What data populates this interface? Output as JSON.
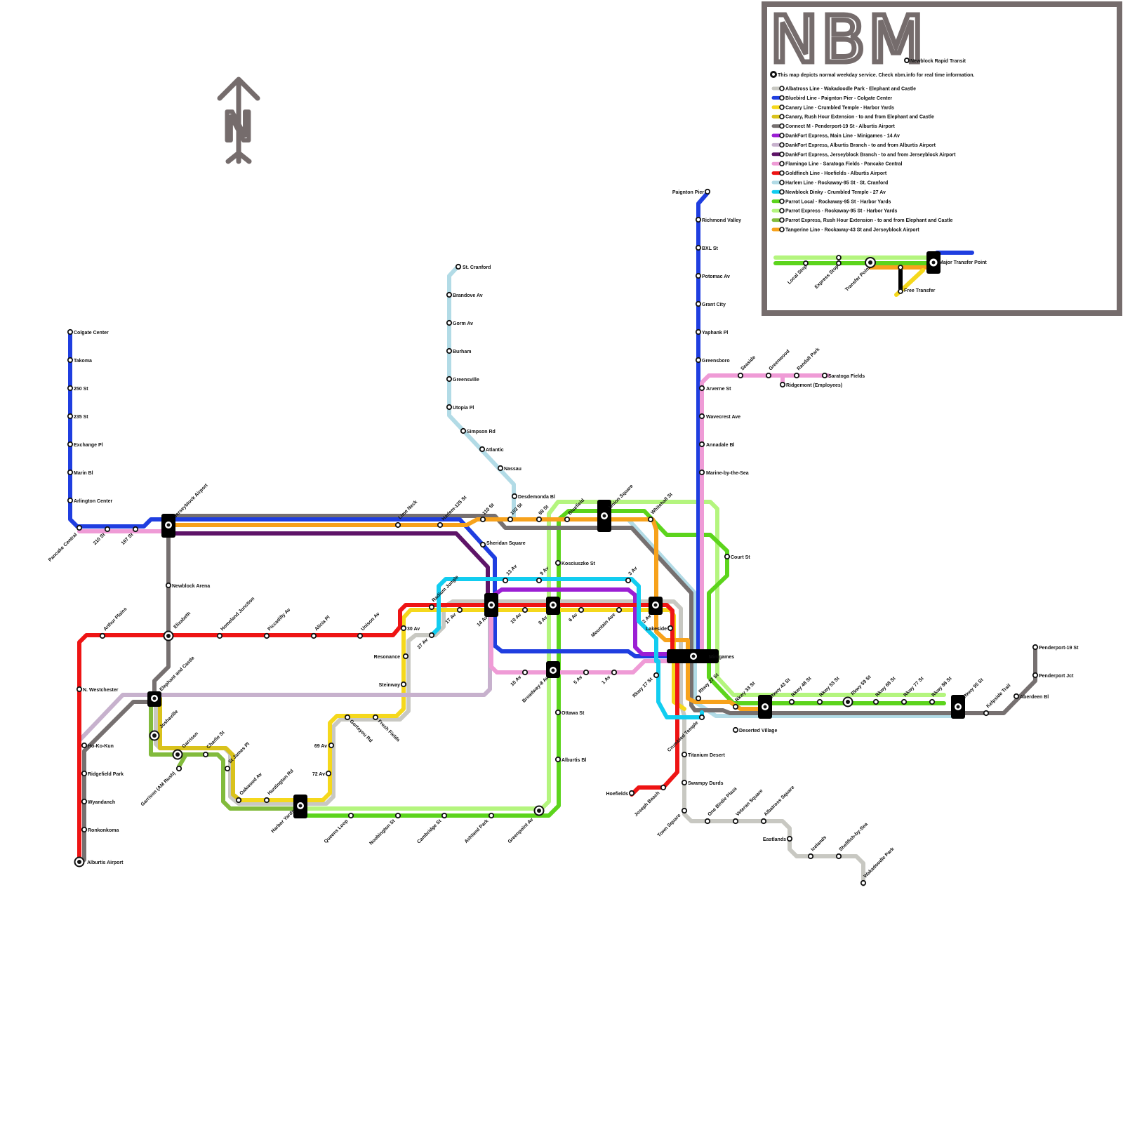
{
  "logo": "NBM",
  "agency": "Newblock Rapid Transit",
  "notice": "This map depicts normal weekday service. Check nbm.info for real time information.",
  "compass_letter": "N",
  "colors": {
    "albatross": "#c8c8c2",
    "bluebird": "#1f3ee0",
    "canary": "#f5d81c",
    "canary_rush": "#d9c21c",
    "connect_m": "#767070",
    "dankfort_main": "#9b1fd4",
    "dankfort_alburtis": "#c7b1cd",
    "dankfort_jersey": "#5e1468",
    "flamingo": "#ef9bd6",
    "goldfinch": "#ee1414",
    "harlem": "#b2dbe6",
    "dinky": "#12cdf0",
    "parrot_local": "#5cd41c",
    "parrot_express": "#b4f57e",
    "parrot_rush": "#82bb3c",
    "tangerine": "#f7a21c"
  },
  "legend": [
    {
      "key": "albatross",
      "label": "Albatross Line - Wakadoodle Park - Elephant and Castle"
    },
    {
      "key": "bluebird",
      "label": "Bluebird Line - Paignton Pier - Colgate Center"
    },
    {
      "key": "canary",
      "label": "Canary Line - Crumbled Temple - Harbor Yards"
    },
    {
      "key": "canary_rush",
      "label": "Canary, Rush Hour Extension - to and from Elephant and Castle"
    },
    {
      "key": "connect_m",
      "label": "Connect M - Penderport-19 St - Alburtis Airport"
    },
    {
      "key": "dankfort_main",
      "label": "DankFort Express, Main Line -  Minigames - 14 Av"
    },
    {
      "key": "dankfort_alburtis",
      "label": "DankFort Express, Alburtis Branch - to and from Alburtis Airport"
    },
    {
      "key": "dankfort_jersey",
      "label": "DankFort Express, Jerseyblock Branch - to and from Jerseyblock Airport"
    },
    {
      "key": "flamingo",
      "label": "Flamingo Line - Saratoga Fields - Pancake Central"
    },
    {
      "key": "goldfinch",
      "label": "Goldfinch Line - Hoefields - Alburtis Airport"
    },
    {
      "key": "harlem",
      "label": "Harlem Line - Rockaway-95 St - St. Cranford"
    },
    {
      "key": "dinky",
      "label": "Newblock Dinky - Crumbled Temple - 27 Av"
    },
    {
      "key": "parrot_local",
      "label": "Parrot Local - Rockaway-95 St - Harbor Yards"
    },
    {
      "key": "parrot_express",
      "label": "Parrot Express - Rockaway-95 St - Harbor Yards"
    },
    {
      "key": "parrot_rush",
      "label": "Parrot Express, Rush Hour Extension - to and from Elephant and Castle"
    },
    {
      "key": "tangerine",
      "label": "Tangerine Line - Rockaway-43 St and Jerseyblock Airport"
    }
  ],
  "key_labels": {
    "local": "Local Stop",
    "express": "Express Stop",
    "transfer": "Transfer Point",
    "major": "Major Transfer Point",
    "free": "Free Transfer"
  },
  "stations": {
    "colgate_center": "Colgate Center",
    "takoma": "Takoma",
    "s250": "250 St",
    "s235": "235 St",
    "exchange_pl": "Exchange Pl",
    "marin_bl": "Marin Bl",
    "arlington_center": "Arlington Center",
    "pancake_central": "Pancake Central",
    "s210": "210 St",
    "s197": "197 St",
    "jerseyblock_airport": "Jerseyblock Airport",
    "lime_neck": "Lime Neck",
    "harlem_125": "Harlem-125 St",
    "s110": "110 St",
    "s103": "103 St",
    "s98": "98 St",
    "bluefield": "Bluefield",
    "union_square": "Union Square",
    "whitehall": "Whitehall St",
    "sheridan_square": "Sheridan Square",
    "newblock_arena": "Newblock Arena",
    "elizabeth": "Elizabeth",
    "homeland_junction": "Homeland Junction",
    "piccadilly": "Piccadilly Av",
    "alicia_pl": "Alicia Pl",
    "unison_av": "Unison Av",
    "arthur_plains": "Arthur Plains",
    "n_westchester": "N. Westchester",
    "elephant_castle": "Elephant and Castle",
    "ho_ko_kun": "Ho-Ko-Kun",
    "ridgefield_park": "Ridgefield Park",
    "wyandanch": "Wyandanch",
    "ronkonkoma": "Ronkonkoma",
    "alburtis_airport": "Alburtis Airport",
    "joshaville": "Joshaville",
    "garrison": "Garrison",
    "garrison_am": "Garrison (AM Rush)",
    "charlie_st": "Charlie St",
    "st_james": "St James Pl",
    "oakwood": "Oakwood Av",
    "huntington": "Huntington Rd",
    "harbor_yards": "Harbor Yards",
    "queens_loop": "Queens Loop",
    "noobington": "Noobington St",
    "cambridge": "Cambridge St",
    "ashland": "Ashland Park",
    "greenpoint": "Greenpoint Av",
    "radium_jungle": "Radium Jungle",
    "s30": "30 Av",
    "resonance": "Resonance",
    "steinway": "Steinway",
    "s27": "27 Av",
    "s17": "17 Av",
    "s14": "14 Av",
    "s13": "13 Av",
    "s10": "10 Av",
    "s9": "9 Av",
    "s8": "8 Av",
    "s6": "6 Av",
    "s5": "5 Av",
    "s3": "3 Av",
    "s2": "2 Av",
    "s1": "1 Av",
    "mountain_ave": "Mountain Ave",
    "lakeside": "Lakeside",
    "kosciuszko": "Kosciuszko St",
    "broadway8": "Broadway-8 Av",
    "ottawa": "Ottawa St",
    "alburtis_bl": "Alburtis Bl",
    "gorteyou": "Gorteyou Rd",
    "fresh_fields": "Fresh Fields",
    "s69": "69 Av",
    "s72": "72 Av",
    "st_cranford": "St. Cranford",
    "brandove": "Brandove Av",
    "gorm": "Gorm Av",
    "burham": "Burham",
    "greensville": "Greensville",
    "utopia": "Utopia Pl",
    "simpson": "Simpson Rd",
    "atlantic": "Atlantic",
    "nassau": "Nassau",
    "desdemonda": "Desdemonda Bl",
    "paignton_pier": "Paignton Pier",
    "richmond": "Richmond Valley",
    "bxl": "BXL St",
    "potomac": "Potomac Av",
    "grant_city": "Grant City",
    "yaphank": "Yaphank Pl",
    "greensboro": "Greensboro",
    "arverne": "Arverne St",
    "wavecrest": "Wavecrest Ave",
    "annadale": "Annadale Bl",
    "marine": "Marine-by-the-Sea",
    "seaside": "Seaside",
    "greenwood": "Greenwood",
    "randall": "Randall Park",
    "saratoga": "Saratoga Fields",
    "ridgemont": "Ridgemont (Employees)",
    "court_st": "Court St",
    "minigames": "Minigames",
    "rkwy17": "Rkwy 17 St",
    "rkwy27": "Rkwy 27 St",
    "rkwy33": "Rkwy 33 St",
    "rkwy43": "Rkwy 43 St",
    "rkwy48": "Rkwy 48 St",
    "rkwy53": "Rkwy 53 St",
    "rkwy59": "Rkwy 59 St",
    "rkwy68": "Rkwy 68 St",
    "rkwy77": "Rkwy 77 St",
    "rkwy86": "Rkwy 86 St",
    "rkwy95": "Rkwy 95 St",
    "crumbled_temple": "Crumbled Temple",
    "deserted_village": "Deserted Village",
    "titanium_desert": "Titanium Desert",
    "swampy_durds": "Swampy Durds",
    "town_square": "Town Square",
    "one_birdie": "One Birdie Plaza",
    "veteran_square": "Veteran Square",
    "albatross_square": "Albatross Square",
    "eastlands": "Eastlands",
    "icelands": "Icelands",
    "shellfish": "Shellfish-by-Sea",
    "wakadoodle": "Wakadoodle Park",
    "hoefields": "Hoefields",
    "joseph_beach": "Joseph Beach",
    "kelpside": "Kelpside Trail",
    "aberdeen": "Aberdeen Bl",
    "penderport_jct": "Penderport Jct",
    "penderport_19": "Penderport-19 St"
  }
}
